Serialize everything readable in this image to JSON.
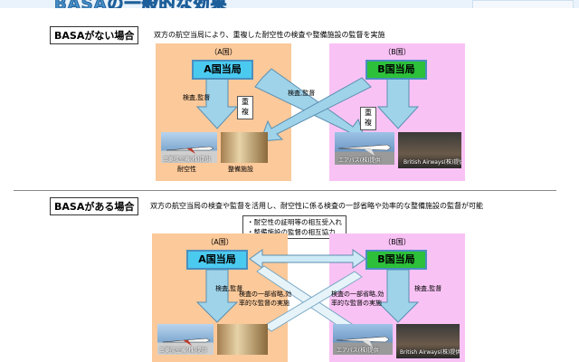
{
  "header": {
    "title": "BASAの一般的な効果"
  },
  "section1": {
    "label": "BASAがない場合",
    "description": "双方の航空当局により、重複した耐空性の検査や整備施設の監督を実施",
    "a_country": "（A国）",
    "a_authority": "A国当局",
    "b_country": "（B国）",
    "b_authority": "B国当局",
    "inspect_left": "検査,監督",
    "inspect_right": "検査,監督",
    "duplicate_a": [
      "重",
      "複"
    ],
    "duplicate_b": [
      "重",
      "複"
    ],
    "a_caption_aircraft": "三菱航空機(株)提供",
    "a_caption_airworthiness": "耐空性",
    "a_caption_maintenance": "整備施設",
    "b_caption_aircraft": "エアバス(株)提供",
    "b_caption_ba": "British Airways(株)提供"
  },
  "section2": {
    "label": "BASAがある場合",
    "description": "双方の航空当局の検査や監督を活用し、耐空性に係る検査の一部省略や効率的な整備施設の監督が可能",
    "callout": [
      "・耐空性の証明等の相互受入れ",
      "・整備施設の監督の相互協力"
    ],
    "a_country": "（A国）",
    "a_authority": "A国当局",
    "b_country": "（B国）",
    "b_authority": "B国当局",
    "inspect_left": "検査,監督",
    "inspect_right": "検査,監督",
    "partial_left": [
      "検査の一部省略,効",
      "率的な監督の実施"
    ],
    "partial_right": [
      "検査の一部省略,効",
      "率的な監督の実施"
    ],
    "a_caption_aircraft": "三菱航空機(株)提供",
    "b_caption_aircraft": "エアバス(株)提供",
    "b_caption_ba": "British Airways(株)提供"
  }
}
